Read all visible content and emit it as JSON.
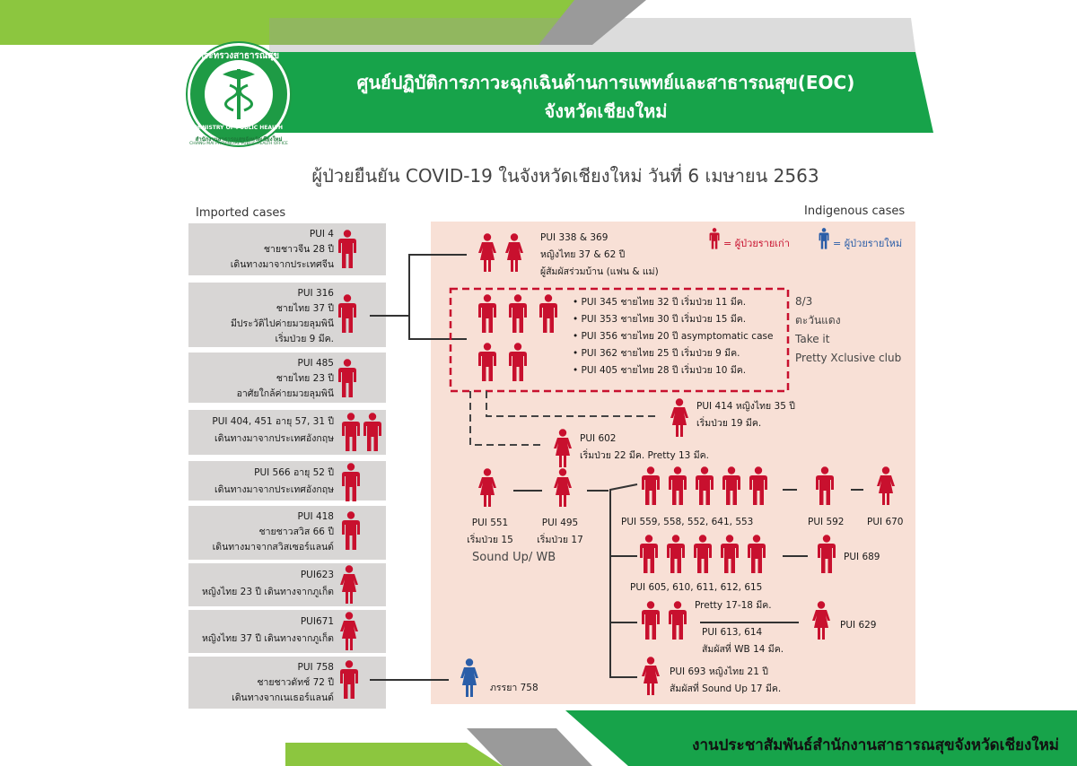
{
  "header": {
    "title_line1": "ศูนย์ปฏิบัติการภาวะฉุกเฉินด้านการแพทย์และสาธารณสุข(EOC)",
    "title_line2": "จังหวัดเชียงใหม่",
    "logo_text_top": "กระทรวงสาธารณสุข",
    "logo_text_bottom": "MINISTRY OF PUBLIC HEALTH",
    "logo_caption_th": "สำนักงานสาธารณสุขจังหวัดเชียงใหม่",
    "logo_caption_en": "CHIANG MAI PROVINCIAL PUBLIC HEALTH OFFICE"
  },
  "main_title": "ผู้ป่วยยืนยัน COVID-19 ในจังหวัดเชียงใหม่ วันที่ 6 เมษายน 2563",
  "imported_label": "Imported cases",
  "indigenous_label": "Indigenous cases",
  "legend": {
    "old": "= ผู้ป่วยรายเก่า",
    "new": "= ผู้ป่วยรายใหม่"
  },
  "imported": [
    {
      "lines": [
        "PUI 4",
        "ชายชาวจีน 28 ปี",
        "เดินทางมาจากประเทศจีน"
      ]
    },
    {
      "lines": [
        "PUI 316",
        "ชายไทย 37 ปี",
        "มีประวัติไปค่ายมวยลุมพินี",
        "เริ่มป่วย 9 มีค."
      ]
    },
    {
      "lines": [
        "PUI 485",
        "ชายไทย 23 ปี",
        "อาศัยใกล้ค่ายมวยลุมพินี"
      ]
    },
    {
      "lines": [
        "PUI 404, 451 อายุ 57, 31 ปี",
        "เดินทางมาจากประเทศอังกฤษ"
      ]
    },
    {
      "lines": [
        "PUI 566 อายุ 52 ปี",
        "เดินทางมาจากประเทศอังกฤษ"
      ]
    },
    {
      "lines": [
        "PUI 418",
        "ชายชาวสวิส 66 ปี",
        "เดินทางมาจากสวิสเซอร์แลนด์"
      ]
    },
    {
      "lines": [
        "PUI623",
        "หญิงไทย 23 ปี เดินทางจากภูเก็ต"
      ]
    },
    {
      "lines": [
        "PUI671",
        "หญิงไทย 37 ปี เดินทางจากภูเก็ต"
      ]
    },
    {
      "lines": [
        "PUI 758",
        "ชายชาวดัทช์ 72 ปี",
        "เดินทางจากเนเธอร์แลนด์"
      ]
    }
  ],
  "indigenous": {
    "family": [
      "PUI 338 & 369",
      "หญิงไทย 37 & 62 ปี",
      "ผู้สัมผัสร่วมบ้าน (แฟน & แม่)"
    ],
    "cluster": [
      "PUI 345 ชายไทย 32 ปี เริ่มป่วย 11 มีค.",
      "PUI 353 ชายไทย 30 ปี เริ่มป่วย 15 มีค.",
      "PUI 356 ชายไทย 20 ปี asymptomatic case",
      "PUI 362 ชายไทย 25 ปี เริ่มป่วย 9 มีค.",
      "PUI 405 ชายไทย 28 ปี เริ่มป่วย 10 มีค."
    ],
    "club": [
      "8/3",
      "ตะวันแดง",
      "Take it",
      "Pretty Xclusive club"
    ],
    "pui414": [
      "PUI 414 หญิงไทย 35 ปี",
      "เริ่มป่วย 19 มีค."
    ],
    "pui602": [
      "PUI 602",
      "เริ่มป่วย 22 มีค. Pretty 13 มีค."
    ],
    "pui551": [
      "PUI 551",
      "เริ่มป่วย 15"
    ],
    "pui495": [
      "PUI 495",
      "เริ่มป่วย 17"
    ],
    "sound_up": "Sound Up/ WB",
    "group1": "PUI  559,  558,  552,  641,  553",
    "pui592": "PUI 592",
    "pui670": "PUI 670",
    "group2": "PUI 605,  610,  611,  612,  615",
    "pui689": "PUI 689",
    "pretty": "Pretty 17-18 มีค.",
    "pui613": [
      "PUI 613, 614",
      "สัมผัสที่ WB 14 มีค."
    ],
    "pui629": "PUI 629",
    "pui693": [
      "PUI 693 หญิงไทย 21 ปี",
      "สัมผัสที่ Sound Up 17 มีค."
    ],
    "wife758": "ภรรยา 758"
  },
  "footer": "งานประชาสัมพันธ์สำนักงานสาธารณสุขจังหวัดเชียงใหม่",
  "colors": {
    "green": "#1e9b45",
    "old_case": "#c8102e",
    "new_case": "#2b5ea8",
    "panel_pink": "#f8e0d6",
    "box_grey": "#d8d6d5"
  }
}
